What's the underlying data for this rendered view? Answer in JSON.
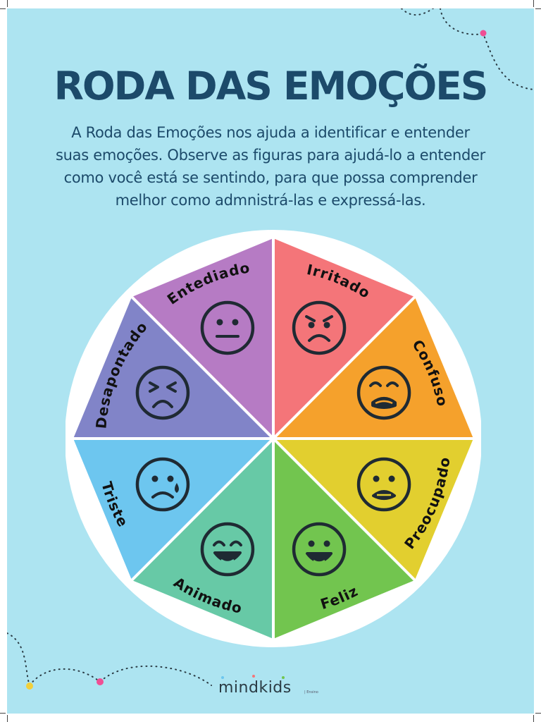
{
  "title": "RODA DAS EMOÇÕES",
  "intro_lines": [
    "A Roda das Emoções nos ajuda a identificar e entender",
    "suas emoções. Observe as figuras para ajudá-lo a entender",
    "como você está se sentindo, para que possa comprender",
    "melhor como admnistrá-las e expressá-las."
  ],
  "wheel": {
    "segments": [
      {
        "label": "Irritado",
        "color": "#f47579",
        "face": "angry-face-icon"
      },
      {
        "label": "Confuso",
        "color": "#f5a12c",
        "face": "confused-face-icon"
      },
      {
        "label": "Preocupado",
        "color": "#e2cf2f",
        "face": "worried-face-icon"
      },
      {
        "label": "Feliz",
        "color": "#72c54f",
        "face": "happy-face-icon"
      },
      {
        "label": "Animado",
        "color": "#67c9a6",
        "face": "excited-face-icon"
      },
      {
        "label": "Triste",
        "color": "#6dc6ef",
        "face": "sad-face-icon"
      },
      {
        "label": "Desapontado",
        "color": "#8184c8",
        "face": "disappointed-face-icon"
      },
      {
        "label": "Entediado",
        "color": "#b67bc4",
        "face": "bored-face-icon"
      }
    ],
    "outline_color": "#1f2a33"
  },
  "logo": {
    "text": "mindkids",
    "tagline": "| Ensino"
  }
}
